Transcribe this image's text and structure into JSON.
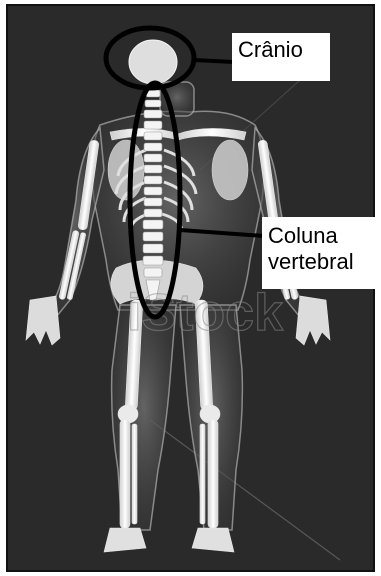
{
  "labels": {
    "cranio": "Crânio",
    "coluna_line1": "Coluna",
    "coluna_line2": "vertebral"
  },
  "watermark": "iStock",
  "colors": {
    "background": "#2a2a2a",
    "bone": "#f0f0f0",
    "body_glow": "#9a9a9a",
    "outline": "#000000",
    "label_bg": "#ffffff"
  }
}
